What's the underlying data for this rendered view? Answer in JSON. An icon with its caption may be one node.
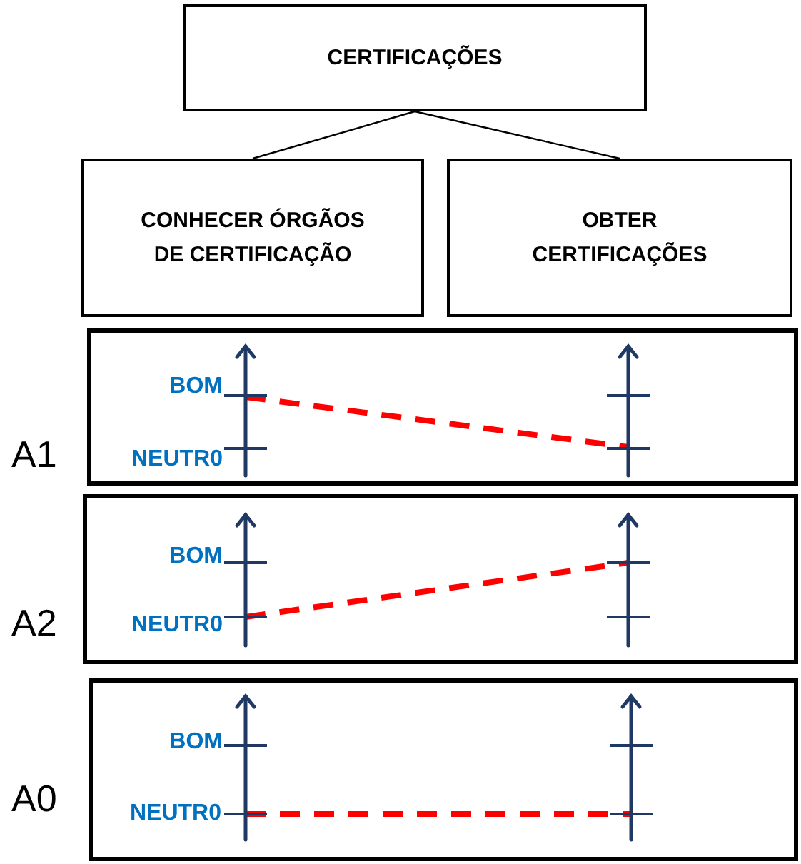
{
  "diagram": {
    "nodes": [
      {
        "text": [
          "CERTIFICAÇÕES"
        ]
      },
      {
        "text": [
          "CONHECER ÓRGÃOS DE CERTIFICAÇÃO"
        ]
      },
      {
        "text": [
          "OBTER CERTIFICAÇÕES"
        ]
      },
      {
        "text": [
          "BOM",
          "NEUTR0"
        ],
        "beside": [
          "A1"
        ]
      },
      {
        "text": [],
        "shape": "bar",
        "in": 3
      },
      {
        "text": [],
        "shape": "bar",
        "in": 3
      },
      {
        "text": [],
        "shape": "bar",
        "in": 3
      },
      {
        "text": [],
        "shape": "bar",
        "in": 3
      },
      {
        "text": [
          "BOM",
          "NEUTR0"
        ],
        "beside": [
          "A2"
        ]
      },
      {
        "text": [],
        "shape": "bar",
        "in": 8
      },
      {
        "text": [],
        "shape": "bar",
        "in": 8
      },
      {
        "text": [],
        "shape": "bar",
        "in": 8
      },
      {
        "text": [],
        "shape": "bar",
        "in": 8
      },
      {
        "text": [
          "BOM",
          "NEUTR0"
        ],
        "beside": [
          "A0"
        ]
      },
      {
        "text": [],
        "shape": "bar",
        "in": 13
      },
      {
        "text": [],
        "shape": "bar",
        "in": 13
      },
      {
        "text": [],
        "shape": "bar",
        "in": 13
      },
      {
        "text": [],
        "shape": "bar",
        "in": 13
      }
    ],
    "edges": [
      {
        "from": 0,
        "to": 1,
        "arrow": "none",
        "color": "#000000"
      },
      {
        "from": 0,
        "to": 2,
        "arrow": "none",
        "color": "#000000"
      },
      {
        "from": 4,
        "to": 7,
        "arrow": "none",
        "style": "dashed",
        "color": "#ff0000"
      },
      {
        "from": 10,
        "to": 11,
        "arrow": "none",
        "style": "dashed",
        "color": "#ff0000"
      },
      {
        "from": 15,
        "to": 17,
        "arrow": "none",
        "style": "dashed",
        "color": "#ff0000"
      }
    ]
  }
}
